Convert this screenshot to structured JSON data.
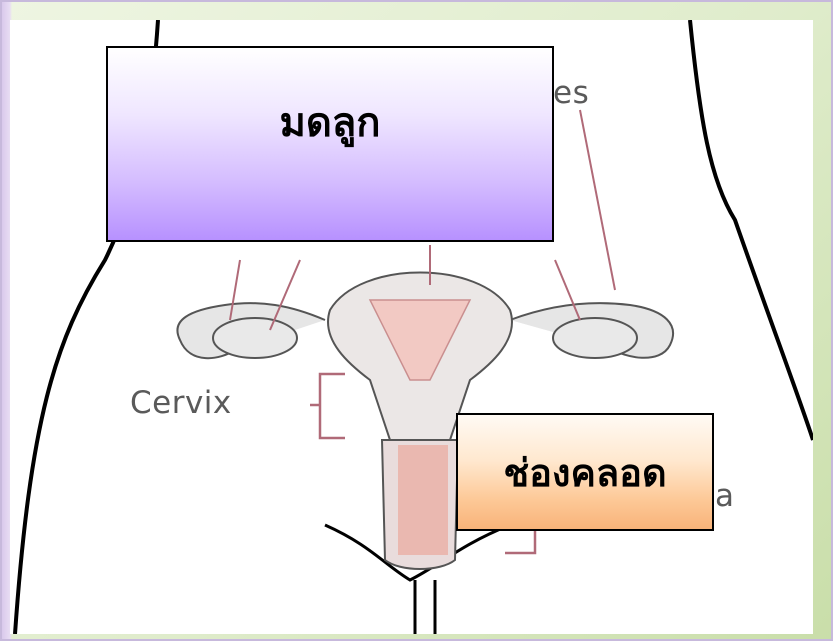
{
  "callouts": {
    "uterus": "มดลูก",
    "vagina": "ช่องคลอด"
  },
  "image_labels": {
    "cervix": "Cervix",
    "tubes_fragment": "es",
    "vagina_fragment": "a"
  },
  "colors": {
    "uterus_box": "#c7a6ff",
    "vagina_box": "#fbc48f",
    "tissue_pink": "#f2c9c3",
    "leader_line": "#b06a78",
    "background": "#dfeccb"
  }
}
